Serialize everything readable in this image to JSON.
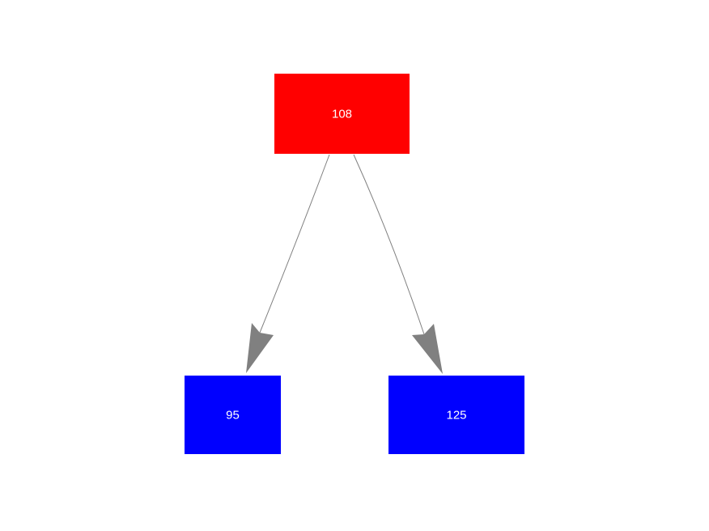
{
  "diagram": {
    "type": "tree",
    "background_color": "#ffffff",
    "edge_color": "#808080",
    "nodes": [
      {
        "id": "root",
        "label": "108",
        "fill": "#ff0000",
        "text_color": "#ffffff"
      },
      {
        "id": "left-child",
        "label": "95",
        "fill": "#0000ff",
        "text_color": "#ffffff"
      },
      {
        "id": "right-child",
        "label": "125",
        "fill": "#0000ff",
        "text_color": "#ffffff"
      }
    ],
    "edges": [
      {
        "from": "108",
        "to": "95",
        "style": "arrow"
      },
      {
        "from": "108",
        "to": "125",
        "style": "arrow"
      }
    ]
  }
}
